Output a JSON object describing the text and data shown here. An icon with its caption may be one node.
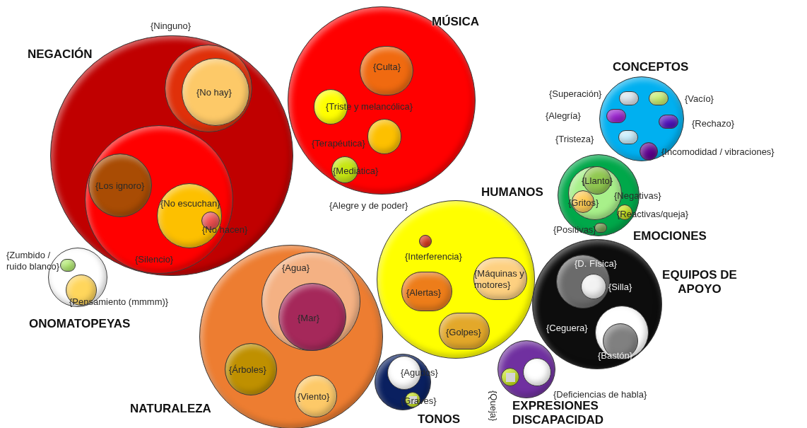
{
  "diagram": {
    "nodes": [
      {
        "text": [
          "NEGACIÓN"
        ]
      },
      {
        "text": [
          "{Ninguno}"
        ],
        "in": 0
      },
      {
        "text": [
          "{No hay}"
        ],
        "in": 1
      },
      {
        "text": [
          "{Silencio}"
        ],
        "in": 0
      },
      {
        "text": [
          "{Los ignoro}"
        ],
        "in": 3
      },
      {
        "text": [
          "{No escuchan}"
        ],
        "in": 3
      },
      {
        "text": [
          "{No hacen}"
        ],
        "in": 5
      },
      {
        "text": [
          "ONOMATOPEYAS"
        ]
      },
      {
        "text": [
          "{Zumbido / ruido blanco}"
        ]
      },
      {
        "text": [
          "{Pensamiento (mmmm)}"
        ],
        "in": 7
      },
      {
        "text": [
          "MÚSICA"
        ]
      },
      {
        "text": [
          "{Culta}"
        ],
        "in": 10
      },
      {
        "text": [
          "{Triste y melancólica}"
        ],
        "in": 10
      },
      {
        "text": [
          "{Terapéutica}"
        ],
        "in": 10
      },
      {
        "text": [
          "{Mediática}"
        ],
        "in": 10
      },
      {
        "text": [
          "{Alegre y de poder}"
        ]
      },
      {
        "text": [
          "{Interferencia}"
        ],
        "in": 17
      },
      {
        "text": [
          "HUMANOS"
        ]
      },
      {
        "text": [
          "{Alertas}"
        ],
        "in": 17
      },
      {
        "text": [
          "{Máquinas y motores}"
        ],
        "in": 17
      },
      {
        "text": [
          "{Golpes}"
        ],
        "in": 17
      },
      {
        "text": [
          "NATURALEZA"
        ]
      },
      {
        "text": [
          "{Agua}"
        ],
        "in": 21
      },
      {
        "text": [
          "{Mar}"
        ],
        "in": 22
      },
      {
        "text": [
          "{Árboles}"
        ],
        "in": 21
      },
      {
        "text": [
          "{Viento}"
        ],
        "in": 21
      },
      {
        "text": [
          "TONOS"
        ]
      },
      {
        "text": [
          "{Agudos}"
        ],
        "in": 26
      },
      {
        "text": [
          "{Graves}"
        ],
        "in": 26
      },
      {
        "text": [
          "EXPRESIONES DISCAPACIDAD"
        ]
      },
      {
        "text": [
          "{Queja}"
        ],
        "in": 29
      },
      {
        "text": [
          "{Deficiencias de habla}"
        ],
        "in": 29
      },
      {
        "text": [
          "EQUIPOS DE APOYO"
        ]
      },
      {
        "text": [
          "{D. Física}"
        ],
        "in": 32
      },
      {
        "text": [
          "{Silla}"
        ],
        "in": 33
      },
      {
        "text": [
          "{Ceguera}"
        ],
        "in": 32
      },
      {
        "text": [
          "{Bastón}"
        ],
        "in": 35
      },
      {
        "text": [
          "EMOCIONES"
        ]
      },
      {
        "text": [
          "{Negativas}"
        ],
        "in": 37
      },
      {
        "text": [
          "{Llanto}"
        ],
        "in": 38
      },
      {
        "text": [
          "{Gritos}"
        ],
        "in": 38
      },
      {
        "text": [
          "{Reactivas/queja}"
        ],
        "in": 37
      },
      {
        "text": [
          "{Positivas}"
        ],
        "in": 37
      },
      {
        "text": [
          "CONCEPTOS"
        ]
      },
      {
        "text": [
          "{Superación}"
        ],
        "in": 43
      },
      {
        "text": [
          "{Vacío}"
        ],
        "in": 43
      },
      {
        "text": [
          "{Alegría}"
        ],
        "in": 43
      },
      {
        "text": [
          "{Rechazo}"
        ],
        "in": 43
      },
      {
        "text": [
          "{Tristeza}"
        ],
        "in": 43
      },
      {
        "text": [
          "{Incomodidad / vibraciones}"
        ],
        "in": 43
      }
    ]
  }
}
